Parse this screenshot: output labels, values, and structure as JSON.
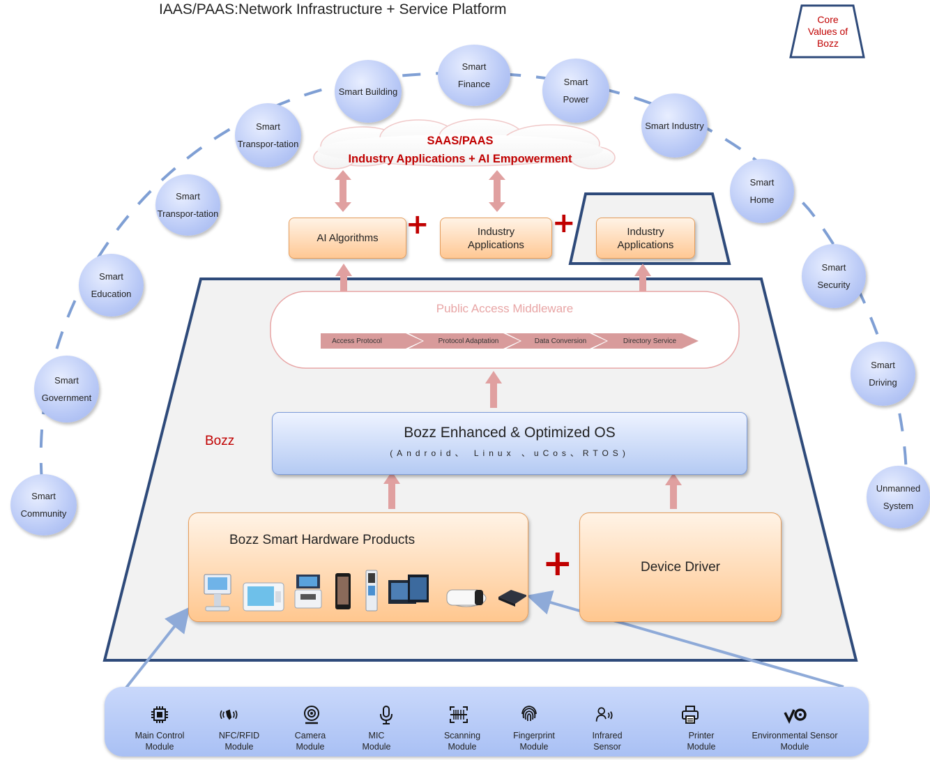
{
  "title": "IAAS/PAAS:Network Infrastructure + Service Platform",
  "core_values": "Core\nValues of\nBozz",
  "bubbles": [
    {
      "label": "Smart\nCommunity"
    },
    {
      "label": "Smart\nGovernment"
    },
    {
      "label": "Smart\nEducation"
    },
    {
      "label": "Smart\nTranspor-tation"
    },
    {
      "label": "Smart\nTranspor-tation"
    },
    {
      "label": "Smart Building"
    },
    {
      "label": "Smart\nFinance"
    },
    {
      "label": "Smart\nPower"
    },
    {
      "label": "Smart Industry"
    },
    {
      "label": "Smart\nHome"
    },
    {
      "label": "Smart\nSecurity"
    },
    {
      "label": "Smart\nDriving"
    },
    {
      "label": "Unmanned\nSystem"
    }
  ],
  "cloud": {
    "line1": "SAAS/PAAS",
    "line2": "Industry Applications + AI Empowerment"
  },
  "top_boxes": [
    {
      "label": "AI Algorithms"
    },
    {
      "label": "Industry\nApplications"
    },
    {
      "label": "Industry\nApplications"
    }
  ],
  "middleware": {
    "title": "Public Access Middleware",
    "steps": [
      "Access Protocol",
      "Protocol Adaptation",
      "Data Conversion",
      "Directory Service"
    ]
  },
  "bozz_label": "Bozz",
  "os": {
    "title": "Bozz Enhanced & Optimized OS",
    "subtitle": "(Android、 Linux 、uCos、RTOS)"
  },
  "hardware": {
    "title": "Bozz Smart Hardware Products"
  },
  "device_driver": "Device Driver",
  "modules": [
    {
      "label": "Main Control\nModule",
      "icon": "chip-icon"
    },
    {
      "label": "NFC/RFID\nModule",
      "icon": "nfc-icon"
    },
    {
      "label": "Camera\nModule",
      "icon": "camera-icon"
    },
    {
      "label": "MIC\nModule",
      "icon": "microphone-icon"
    },
    {
      "label": "Scanning\nModule",
      "icon": "scan-icon"
    },
    {
      "label": "Fingerprint\nModule",
      "icon": "fingerprint-icon"
    },
    {
      "label": "Infrared\nSensor",
      "icon": "infrared-icon"
    },
    {
      "label": "Printer\nModule",
      "icon": "printer-icon"
    },
    {
      "label": "Environmental Sensor\nModule",
      "icon": "environment-icon"
    }
  ],
  "colors": {
    "accent_red": "#c00000",
    "navy": "#2e4a7a",
    "bubble_blue": "#b9c9f6",
    "orange": "#ffc894",
    "arrow_pink": "#e0a0a0"
  }
}
